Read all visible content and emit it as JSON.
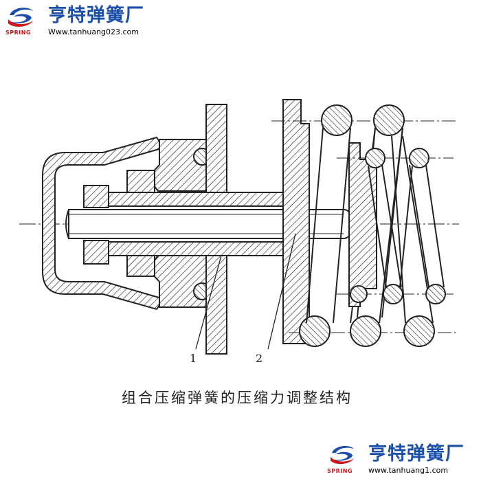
{
  "header_logo": {
    "brand_name": "亨特弹簧厂",
    "url": "Www.tanhuang023.com",
    "tag": "SPRING",
    "colors": {
      "brand_blue": "#1b4fa8",
      "brand_red": "#d0121b"
    }
  },
  "footer_logo": {
    "brand_name": "亨特弹簧厂",
    "url": "www.tanhuang1.com",
    "tag": "SPRING"
  },
  "diagram": {
    "part_labels": [
      "1",
      "2"
    ],
    "caption": "组合压缩弹簧的压缩力调整结构"
  }
}
